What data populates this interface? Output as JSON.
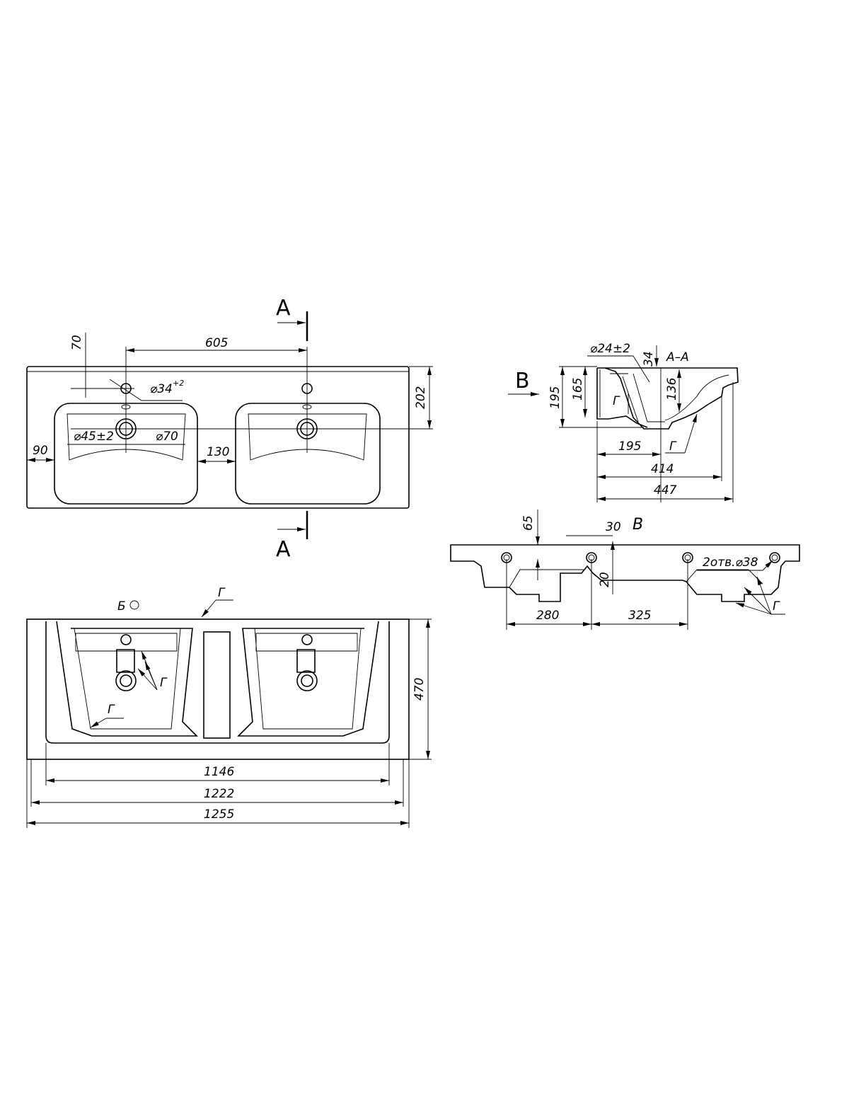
{
  "top_view": {
    "section_label_top": "A",
    "section_label_bottom": "A",
    "dim_605": "605",
    "dim_70": "70",
    "dim_tap_hole": "⌀34",
    "dim_tap_hole_tol": "+2",
    "dim_drain_hole": "⌀45±2",
    "dim_drain_outer": "⌀70",
    "dim_90": "90",
    "dim_130": "130",
    "dim_202": "202"
  },
  "section_view": {
    "view_arrow_label": "B",
    "title": "A–A",
    "dim_hole": "⌀24±2",
    "dim_34": "34",
    "dim_195_h": "195",
    "dim_165": "165",
    "dim_136": "136",
    "callout_1": "Г",
    "dim_195_w": "195",
    "callout_2": "Г",
    "dim_414": "414",
    "dim_447": "447"
  },
  "side_view": {
    "title": "В",
    "dim_65": "65",
    "dim_30": "30",
    "dim_20": "20",
    "holes_note": "2отв.⌀38",
    "dim_280": "280",
    "dim_325": "325",
    "callout": "Г"
  },
  "bottom_view": {
    "detail_label": "Б",
    "callout_top": "Г",
    "callout_mid": "Г",
    "callout_left": "Г",
    "dim_470": "470",
    "dim_1146": "1146",
    "dim_1222": "1222",
    "dim_1255": "1255"
  }
}
